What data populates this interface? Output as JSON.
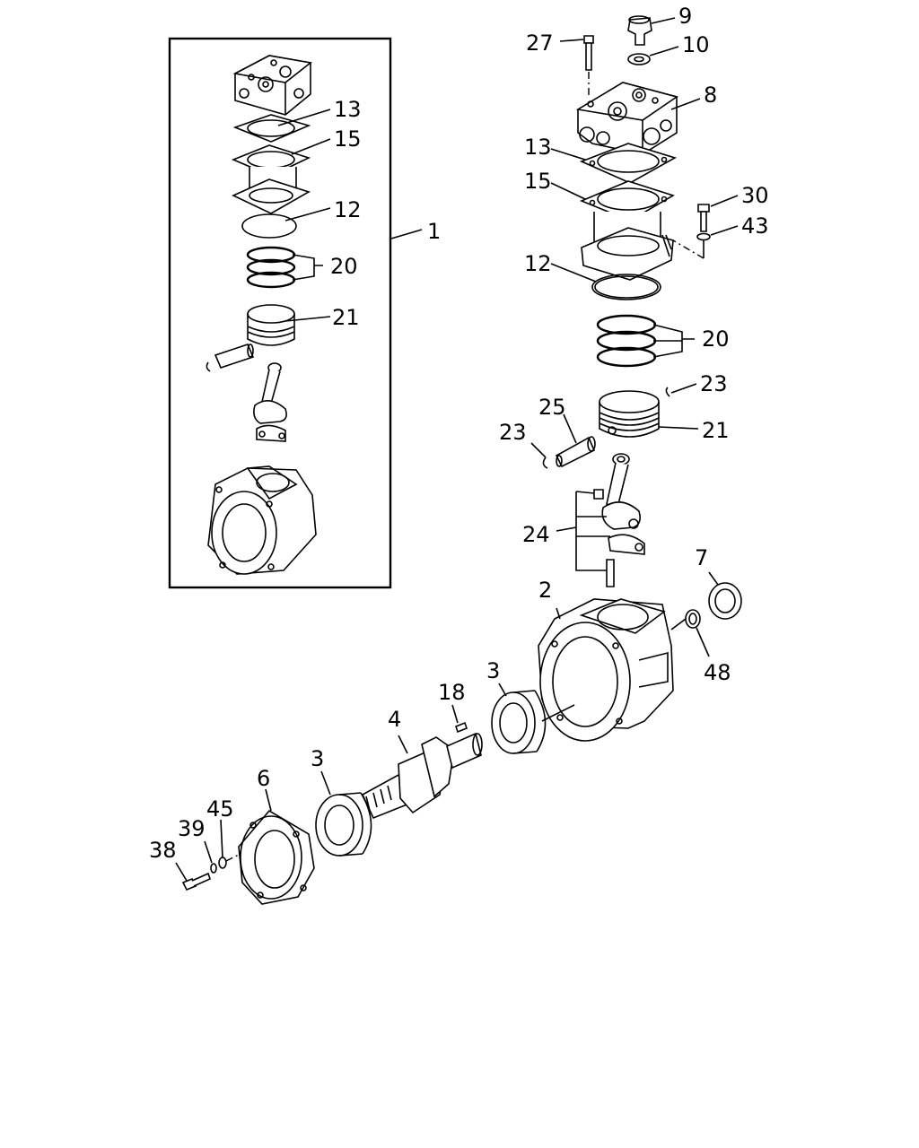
{
  "callouts": {
    "c1": "1",
    "c2": "2",
    "c3a": "3",
    "c3b": "3",
    "c4": "4",
    "c6": "6",
    "c7": "7",
    "c8": "8",
    "c9": "9",
    "c10": "10",
    "c12a": "12",
    "c12b": "12",
    "c13a": "13",
    "c13b": "13",
    "c15a": "15",
    "c15b": "15",
    "c18": "18",
    "c20a": "20",
    "c20b": "20",
    "c21a": "21",
    "c21b": "21",
    "c23a": "23",
    "c23b": "23",
    "c24": "24",
    "c25": "25",
    "c27": "27",
    "c30": "30",
    "c38": "38",
    "c39": "39",
    "c43": "43",
    "c45": "45",
    "c48": "48"
  }
}
